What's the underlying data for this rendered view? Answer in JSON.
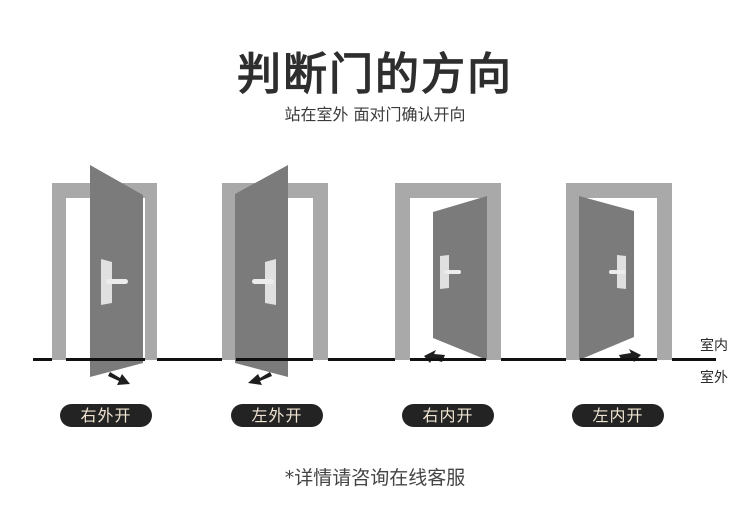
{
  "header": {
    "title": "判断门的方向",
    "subtitle": "站在室外 面对门确认开向"
  },
  "legend": {
    "indoor": "室内",
    "outdoor": "室外"
  },
  "doors": [
    {
      "label": "右外开",
      "opens": "outward",
      "hinge": "left"
    },
    {
      "label": "左外开",
      "opens": "outward",
      "hinge": "right"
    },
    {
      "label": "右内开",
      "opens": "inward",
      "hinge": "right"
    },
    {
      "label": "左内开",
      "opens": "inward",
      "hinge": "left"
    }
  ],
  "footnote": "*详情请咨询在线客服",
  "colors": {
    "frame": "#a9a9a9",
    "door": "#7b7b7b",
    "handle": "#e2e2e2",
    "floor": "#111111",
    "pill_bg": "#232323",
    "pill_text": "#efe4d2"
  }
}
